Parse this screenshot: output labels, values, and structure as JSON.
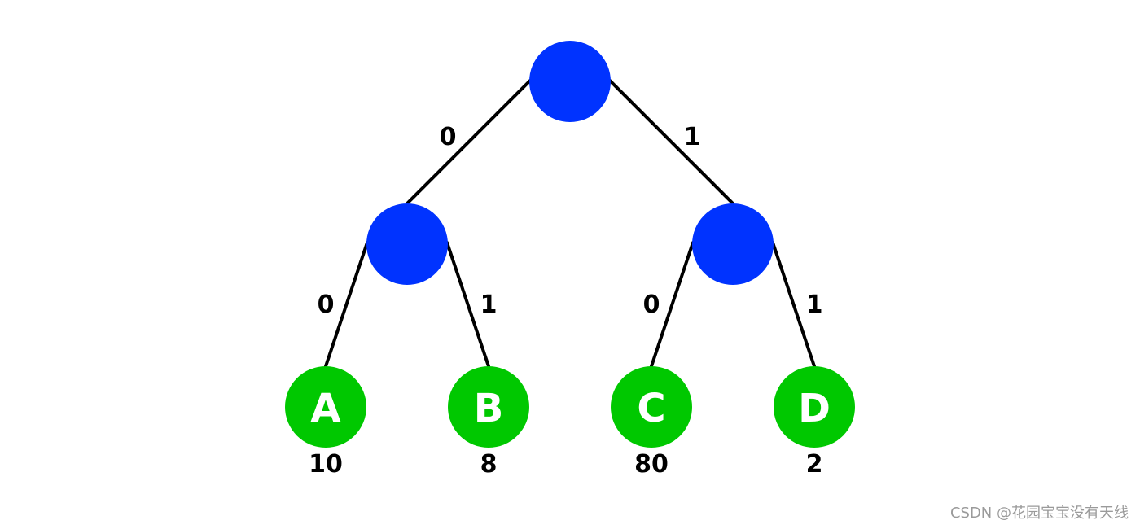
{
  "colors": {
    "internal_node": "#0033ff",
    "leaf_node": "#00c800",
    "edge": "#000000",
    "leaf_text": "#ffffff",
    "watermark": "#9a9a9a"
  },
  "tree": {
    "root_left_edge_label": "0",
    "root_right_edge_label": "1",
    "left_left_edge_label": "0",
    "left_right_edge_label": "1",
    "right_left_edge_label": "0",
    "right_right_edge_label": "1"
  },
  "leaves": [
    {
      "label": "A",
      "weight": "10"
    },
    {
      "label": "B",
      "weight": "8"
    },
    {
      "label": "C",
      "weight": "80"
    },
    {
      "label": "D",
      "weight": "2"
    }
  ],
  "watermark": "CSDN @花园宝宝没有天线"
}
